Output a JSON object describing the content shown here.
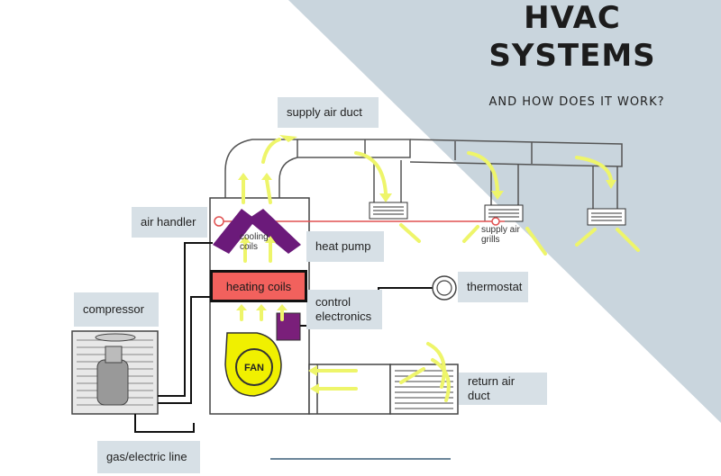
{
  "title": {
    "line1": "HVAC",
    "line2": "SYSTEMS",
    "subtitle": "AND HOW DOES IT WORK?"
  },
  "labels": {
    "supply_air_duct": "supply air duct",
    "air_handler": "air handler",
    "heat_pump": "heat pump",
    "compressor": "compressor",
    "heating_coils": "heating coils",
    "control_electronics_1": "control",
    "control_electronics_2": "electronics",
    "thermostat": "thermostat",
    "return_air_duct": "return air duct",
    "gas_electric_line": "gas/electric line"
  },
  "small_labels": {
    "cooling_1": "cooling",
    "cooling_2": "coils",
    "grill_1": "supply air",
    "grill_2": "grills",
    "fan": "FAN"
  },
  "colors": {
    "background_panel": "#c9d5dd",
    "label_bg": "#d7e0e6",
    "airflow_arrow": "#eef56a",
    "coil_purple": "#6b1a7a",
    "heating_coil_red": "#f2615d",
    "fan_yellow": "#f0f000",
    "refrigerant_line": "#e05050"
  }
}
